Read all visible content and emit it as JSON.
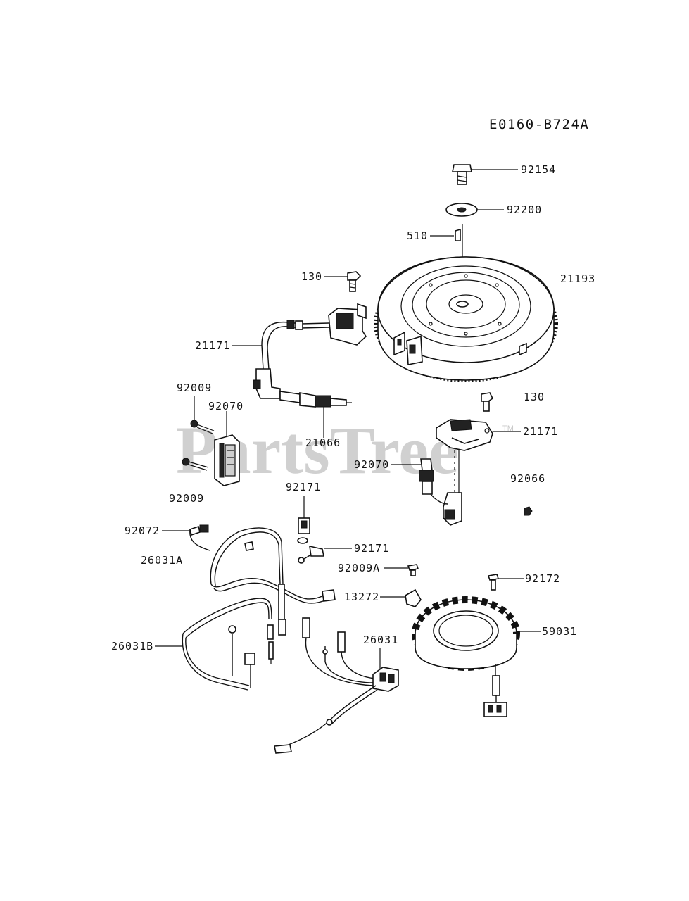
{
  "diagram": {
    "reference_code": "E0160-B724A",
    "watermark": "PartsTree",
    "watermark_tm": "TM",
    "parts": [
      {
        "id": "p-92154",
        "label": "92154"
      },
      {
        "id": "p-92200",
        "label": "92200"
      },
      {
        "id": "p-510",
        "label": "510"
      },
      {
        "id": "p-130-a",
        "label": "130"
      },
      {
        "id": "p-21193",
        "label": "21193"
      },
      {
        "id": "p-21171-a",
        "label": "21171"
      },
      {
        "id": "p-92009-a",
        "label": "92009"
      },
      {
        "id": "p-21066",
        "label": "21066"
      },
      {
        "id": "p-92070-a",
        "label": "92070"
      },
      {
        "id": "p-130-b",
        "label": "130"
      },
      {
        "id": "p-21171-b",
        "label": "21171"
      },
      {
        "id": "p-92070-b",
        "label": "92070"
      },
      {
        "id": "p-92066",
        "label": "92066"
      },
      {
        "id": "p-92009-b",
        "label": "92009"
      },
      {
        "id": "p-92171-a",
        "label": "92171"
      },
      {
        "id": "p-92072",
        "label": "92072"
      },
      {
        "id": "p-26031A",
        "label": "26031A"
      },
      {
        "id": "p-92171-b",
        "label": "92171"
      },
      {
        "id": "p-92009A",
        "label": "92009A"
      },
      {
        "id": "p-92172",
        "label": "92172"
      },
      {
        "id": "p-13272",
        "label": "13272"
      },
      {
        "id": "p-59031",
        "label": "59031"
      },
      {
        "id": "p-26031B",
        "label": "26031B"
      },
      {
        "id": "p-26031",
        "label": "26031"
      }
    ]
  }
}
